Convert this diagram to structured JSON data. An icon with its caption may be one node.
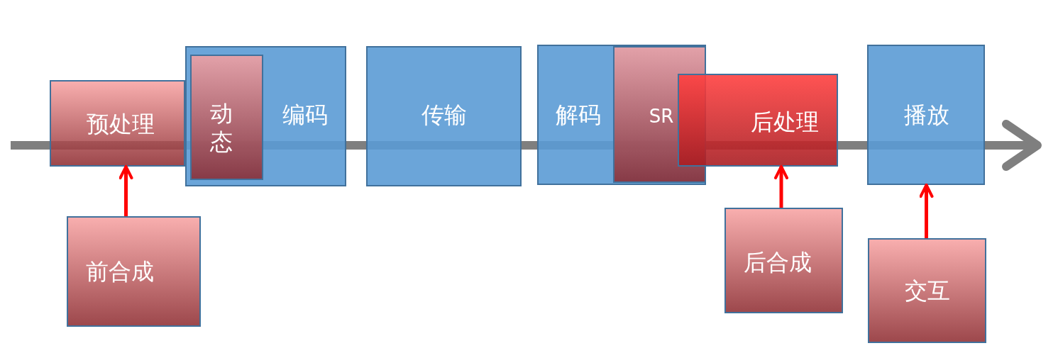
{
  "diagram": {
    "nodes": [
      {
        "text": [
          "预处理"
        ]
      },
      {
        "text": [
          "编码"
        ]
      },
      {
        "text": [
          "动态"
        ],
        "in": 1
      },
      {
        "text": [
          "传输"
        ]
      },
      {
        "text": [
          "解码"
        ]
      },
      {
        "text": [
          "SR"
        ],
        "in": 4
      },
      {
        "text": [
          "后处理"
        ]
      },
      {
        "text": [
          "播放"
        ]
      },
      {
        "text": [
          "前合成"
        ]
      },
      {
        "text": [
          "后合成"
        ]
      },
      {
        "text": [
          "交互"
        ]
      }
    ],
    "edges": [
      {
        "from": 8,
        "to": 0,
        "arrow": "to"
      },
      {
        "from": 9,
        "to": 6,
        "arrow": "to"
      },
      {
        "from": 10,
        "to": 7,
        "arrow": "to"
      }
    ]
  }
}
